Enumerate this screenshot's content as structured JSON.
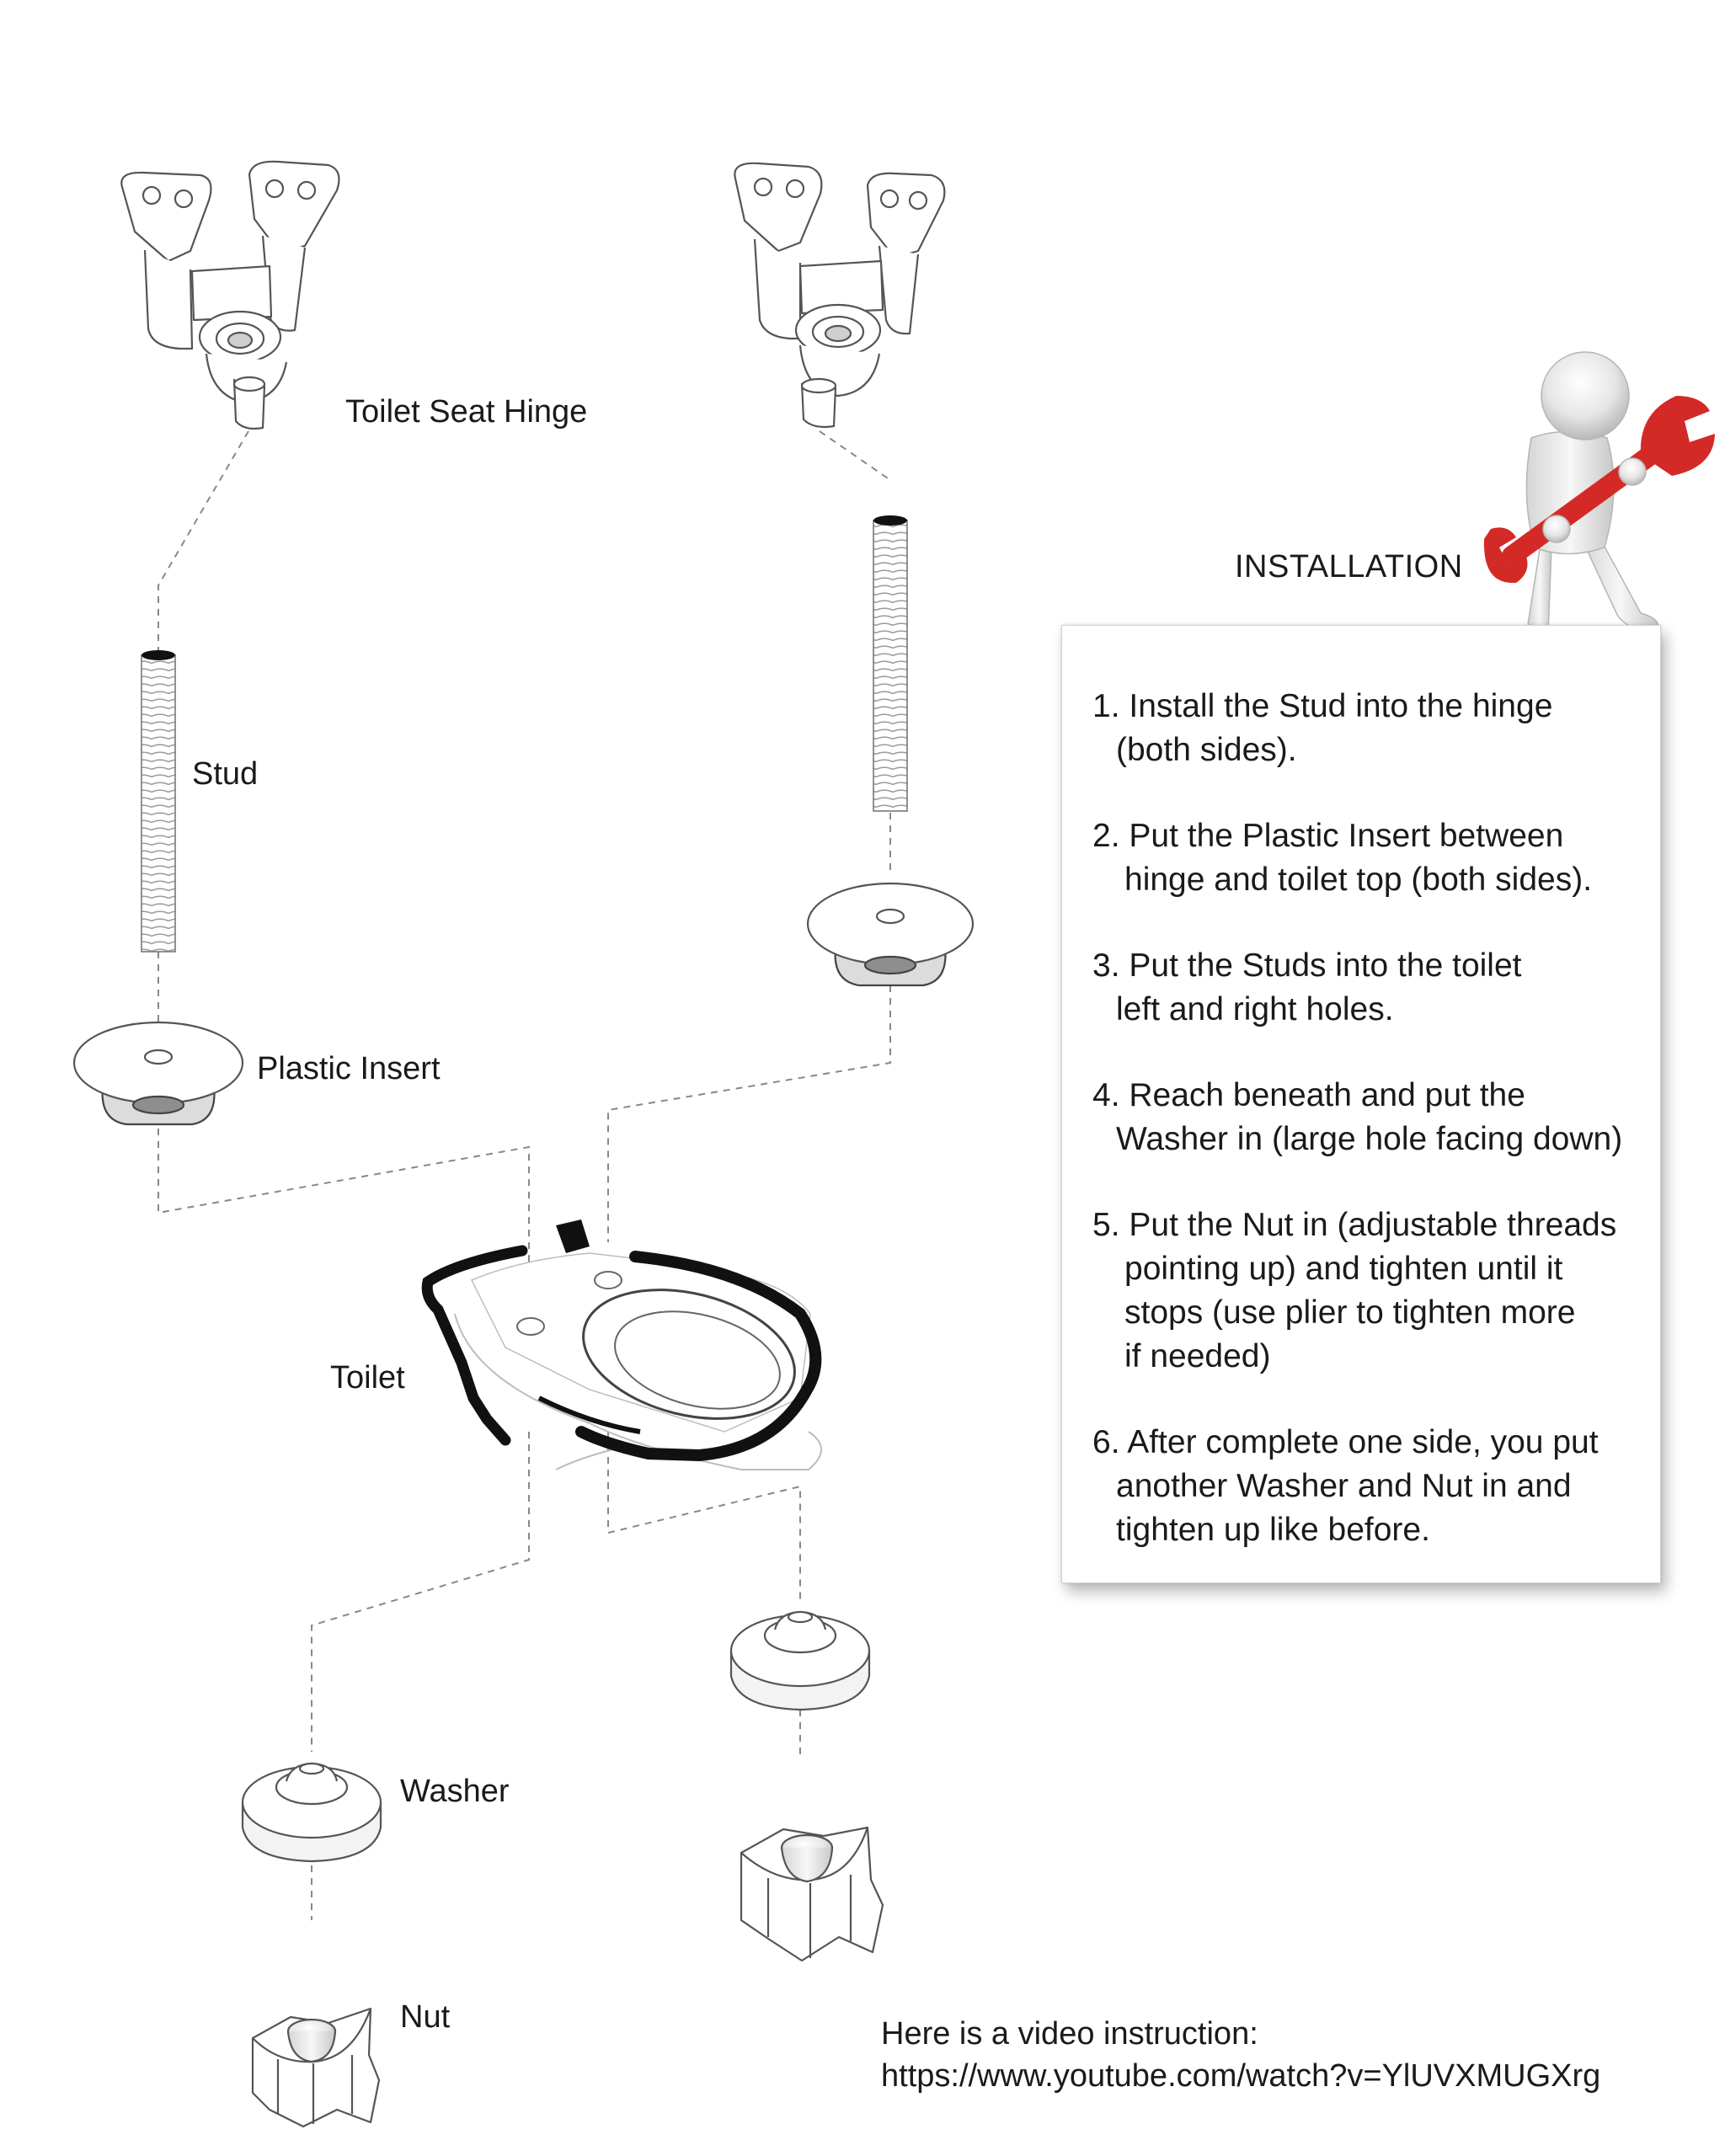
{
  "labels": {
    "hinge": "Toilet Seat Hinge",
    "stud": "Stud",
    "insert": "Plastic Insert",
    "toilet": "Toilet",
    "washer": "Washer",
    "nut": "Nut"
  },
  "installation": {
    "title": "INSTALLATION",
    "steps": [
      {
        "line1": "1. Install  the Stud into the hinge",
        "line2": "(both sides)."
      },
      {
        "line1": "2. Put the Plastic Insert between",
        "line2": "hinge and toilet top (both sides)."
      },
      {
        "line1": "3. Put the Studs into the toilet",
        "line2": "left and right holes."
      },
      {
        "line1": "4. Reach beneath and put the",
        "line2": "Washer in (large hole facing down)"
      },
      {
        "line1": "5. Put the Nut  in (adjustable threads",
        "line2": "pointing up) and tighten until it",
        "line3": "stops (use plier to tighten more",
        "line4": "if needed)"
      },
      {
        "line1": "6. After complete one side, you put",
        "line2": "another Washer and Nut in and",
        "line3": "tighten up like before."
      }
    ]
  },
  "video": {
    "line1": "Here is a video instruction:",
    "url": "https://www.youtube.com/watch?v=YlUVXMUGXrg"
  },
  "colors": {
    "wrench": "#d42a27",
    "line_art": "#555555",
    "toilet_rim": "#111111"
  },
  "icons": [
    "hinge-icon",
    "stud-icon",
    "insert-icon",
    "toilet-icon",
    "washer-icon",
    "nut-icon",
    "figure-with-wrench-icon"
  ]
}
